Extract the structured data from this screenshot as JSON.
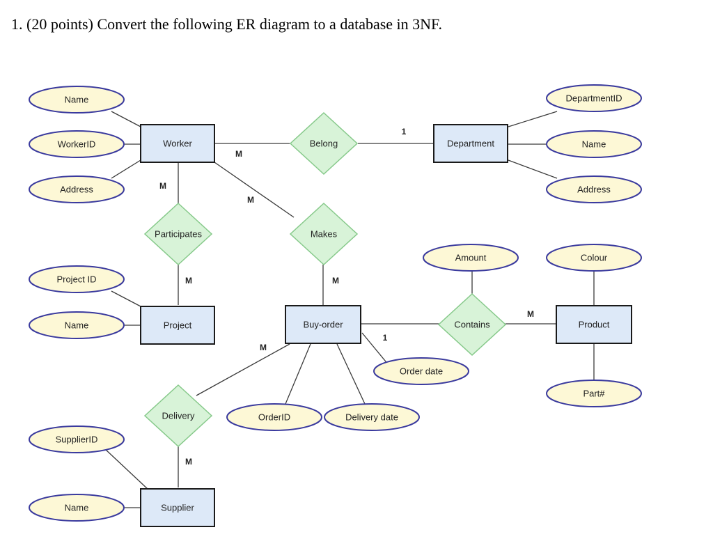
{
  "question": "1. (20 points) Convert the following ER diagram to a database in 3NF.",
  "colors": {
    "entity_fill": "#dde9f8",
    "entity_stroke": "#1a1a1a",
    "relationship_fill": "#d8f3d8",
    "relationship_stroke": "#86c98a",
    "attribute_fill": "#fdf8d6",
    "attribute_stroke": "#3a3a9e",
    "line": "#3a3a3a"
  },
  "entities": {
    "worker": "Worker",
    "department": "Department",
    "project": "Project",
    "buy_order": "Buy-order",
    "product": "Product",
    "supplier": "Supplier"
  },
  "relationships": {
    "belong": "Belong",
    "participates": "Participates",
    "makes": "Makes",
    "contains": "Contains",
    "delivery": "Delivery"
  },
  "attributes": {
    "worker_name": "Name",
    "worker_id": "WorkerID",
    "worker_address": "Address",
    "department_id": "DepartmentID",
    "department_name": "Name",
    "department_address": "Address",
    "project_id": "Project ID",
    "project_name": "Name",
    "amount": "Amount",
    "colour": "Colour",
    "order_date": "Order date",
    "part_no": "Part#",
    "order_id": "OrderID",
    "delivery_date": "Delivery date",
    "supplier_id": "SupplierID",
    "supplier_name": "Name"
  },
  "cardinalities": {
    "worker_belong": "M",
    "belong_department": "1",
    "worker_participates": "M",
    "worker_makes": "M",
    "participates_project": "M",
    "makes_buyorder": "M",
    "buyorder_contains": "1",
    "contains_product": "M",
    "buyorder_delivery": "M",
    "delivery_supplier": "M"
  }
}
